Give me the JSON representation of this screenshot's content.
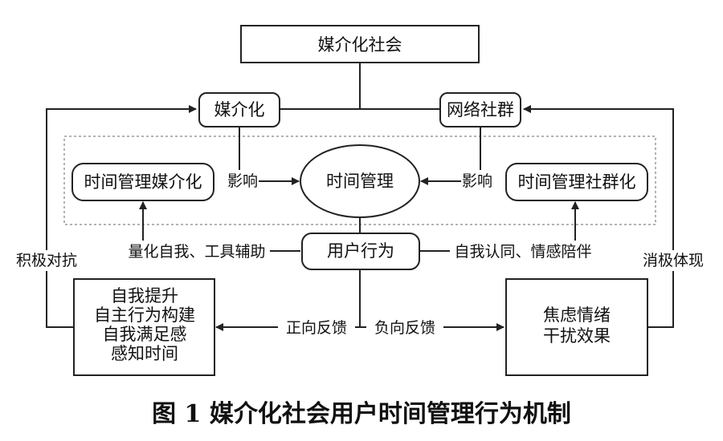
{
  "nodes": {
    "top": "媒介化社会",
    "mediatization": "媒介化",
    "network": "网络社群",
    "center": "时间管理",
    "left_inner": "时间管理媒介化",
    "right_inner": "时间管理社群化",
    "user": "用户行为",
    "left_bottom": [
      "自我提升",
      "自主行为构建",
      "自我满足感",
      "感知时间"
    ],
    "right_bottom": [
      "焦虑情绪",
      "干扰效果"
    ]
  },
  "labels": {
    "influence_left": "影响",
    "influence_right": "影响",
    "quantify": "量化自我、工具辅助",
    "recognize": "自我认同、情感陪伴",
    "positive": "正向反馈",
    "negative": "负向反馈",
    "active": "积极对抗",
    "passive": "消极体现"
  },
  "caption": "图 1  媒介化社会用户时间管理行为机制"
}
